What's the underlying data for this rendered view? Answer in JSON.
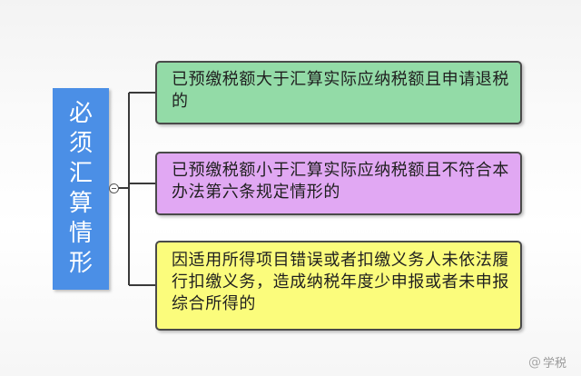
{
  "root": {
    "label": "必须汇算情形"
  },
  "branches": [
    {
      "text": "已预缴税额大于汇算实际应纳税额且申请退税的",
      "color": "#93dba7"
    },
    {
      "text": "已预缴税额小于汇算实际应纳税额且不符合本办法第六条规定情形的",
      "color": "#e1a8f3"
    },
    {
      "text": "因适用所得项目错误或者扣缴义务人未依法履行扣缴义务，造成纳税年度少申报或者未申报综合所得的",
      "color": "#fbfc7c"
    }
  ],
  "watermark": {
    "text": "学税",
    "icon": "at-sign-icon",
    "icon_glyph": "@"
  }
}
